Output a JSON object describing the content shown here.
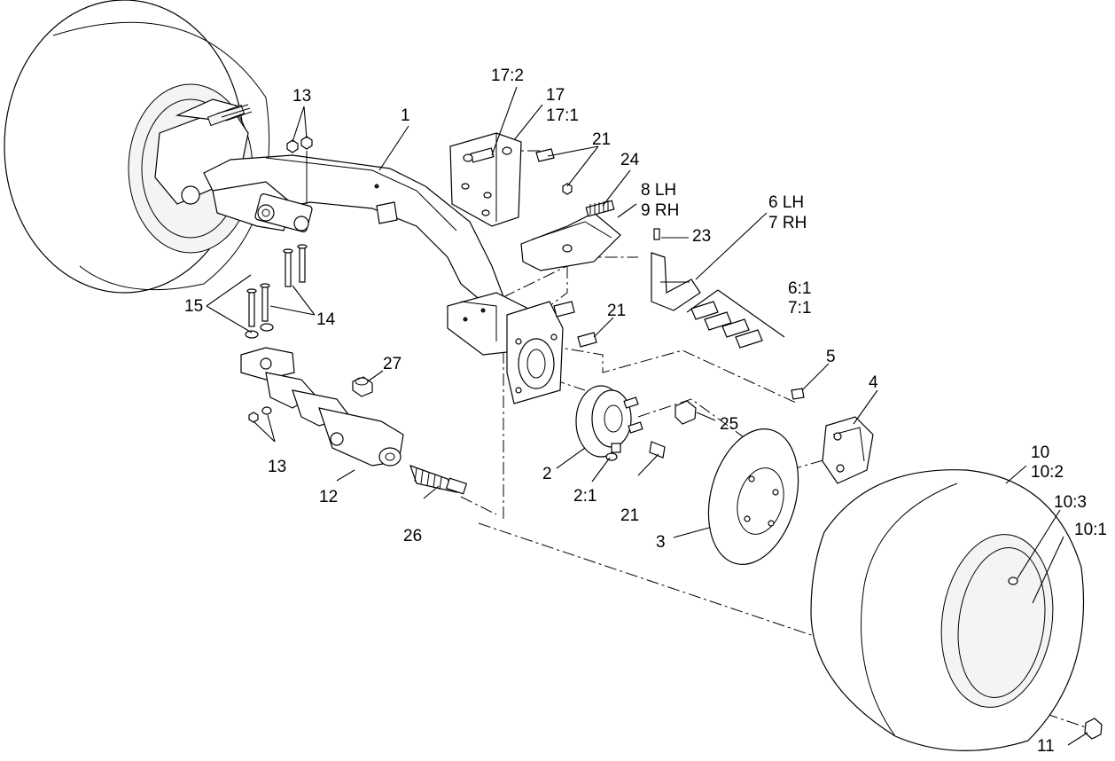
{
  "callouts": {
    "c1": "1",
    "c2": "2",
    "c2_1": "2:1",
    "c3": "3",
    "c4": "4",
    "c5": "5",
    "c6": "6 LH",
    "c7": "7 RH",
    "c6_1": "6:1",
    "c7_1": "7:1",
    "c8": "8 LH",
    "c9": "9 RH",
    "c10": "10",
    "c10_2": "10:2",
    "c10_3": "10:3",
    "c10_1": "10:1",
    "c11": "11",
    "c12": "12",
    "c13_top": "13",
    "c13_bottom": "13",
    "c14": "14",
    "c15": "15",
    "c17_2": "17:2",
    "c17": "17",
    "c17_1": "17:1",
    "c21_top": "21",
    "c21_mid": "21",
    "c21_bottom": "21",
    "c23": "23",
    "c24": "24",
    "c25": "25",
    "c26": "26",
    "c27": "27"
  }
}
